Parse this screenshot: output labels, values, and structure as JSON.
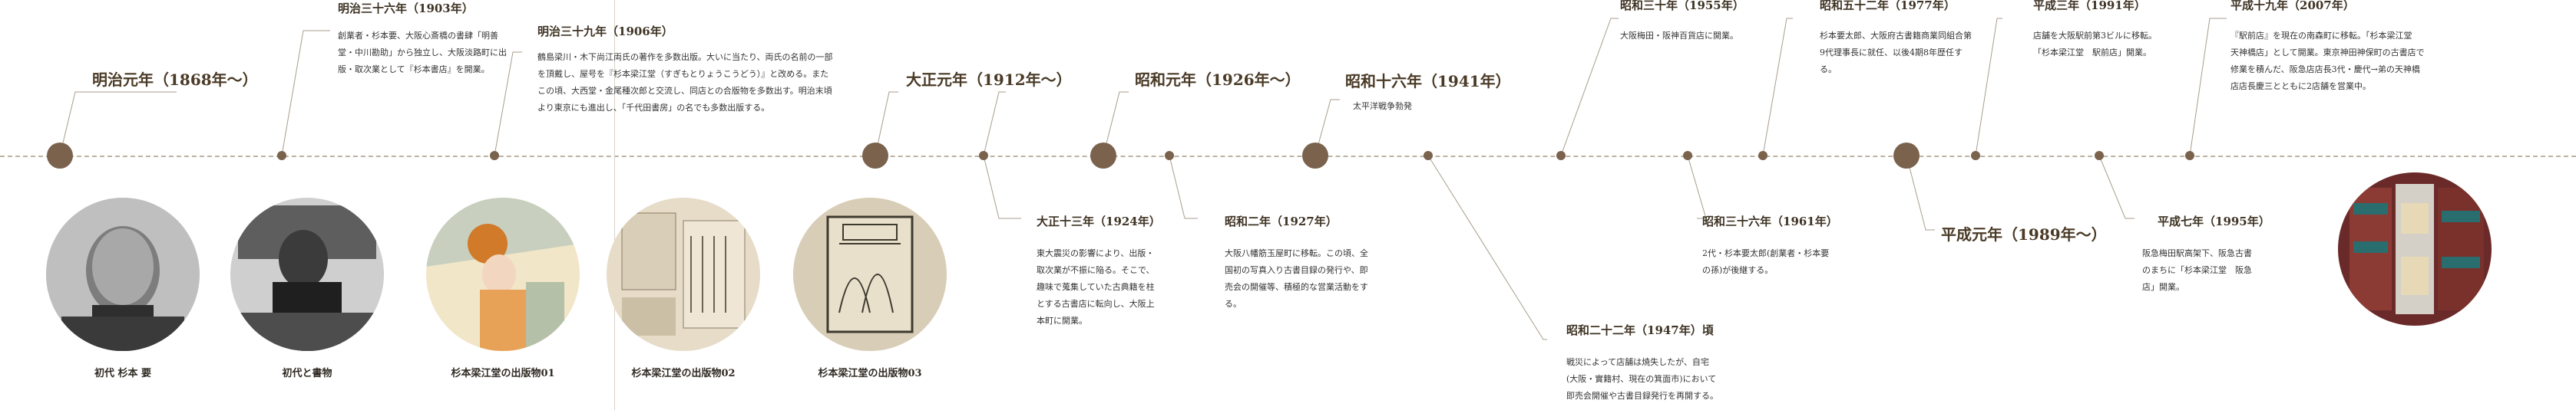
{
  "timeline": {
    "eras": [
      {
        "id": "meiji1",
        "label": "明治元年（1868年〜）"
      },
      {
        "id": "taisho1",
        "label": "大正元年（1912年〜）"
      },
      {
        "id": "showa1",
        "label": "昭和元年（1926年〜）"
      },
      {
        "id": "showa16",
        "label": "昭和十六年（1941年）",
        "note": "太平洋戦争勃発"
      },
      {
        "id": "heisei1",
        "label": "平成元年（1989年〜）"
      }
    ],
    "events": [
      {
        "id": "m36",
        "date": "明治三十六年（1903年）",
        "text": "創業者・杉本要、大阪心斎橋の書肆「明善堂・中川勘助」から独立し、大阪淡路町に出版・取次業として『杉本書店』を開業。"
      },
      {
        "id": "m39",
        "date": "明治三十九年（1906年）",
        "text": "鶴島梁川・木下尚江両氏の著作を多数出版。大いに当たり、両氏の名前の一部を頂戴し、屋号を『杉本梁江堂（すぎもとりょうこうどう）』と改める。またこの頃、大西堂・金尾種次郎と交流し、同店との合版物を多数出す。明治末頃より東京にも進出し、「千代田書房」の名でも多数出版する。"
      },
      {
        "id": "t13",
        "date": "大正十三年（1924年）",
        "text": "東大震災の影響により、出版・取次業が不振に陥る。そこで、趣味で蒐集していた古典籍を柱とする古書店に転向し、大阪上本町に開業。"
      },
      {
        "id": "s2",
        "date": "昭和二年（1927年）",
        "text": "大阪八幡筋玉屋町に移転。この頃、全国初の写真入り古書目録の発行や、即売会の開催等、積極的な営業活動をする。"
      },
      {
        "id": "s22",
        "date": "昭和二十二年（1947年）頃",
        "text": "戦災によって店舗は焼失したが、自宅(大阪・實籍村、現在の箕面市)において即売会開催や古書目録発行を再開する。"
      },
      {
        "id": "s30",
        "date": "昭和三十年（1955年）",
        "text": "大阪梅田・阪神百貨店に開業。"
      },
      {
        "id": "s36",
        "date": "昭和三十六年（1961年）",
        "text": "2代・杉本要太郎(創業者・杉本要の孫)が後継する。"
      },
      {
        "id": "s52",
        "date": "昭和五十二年（1977年）",
        "text": "杉本要太郎、大阪府古書籍商業同組合第9代理事長に就任、以後4期8年歴任する。"
      },
      {
        "id": "h3",
        "date": "平成三年（1991年）",
        "text": "店舗を大阪駅前第3ビルに移転。「杉本梁江堂　駅前店」開業。"
      },
      {
        "id": "h7",
        "date": "平成七年（1995年）",
        "text": "阪急梅田駅高架下、阪急古書のまちに「杉本梁江堂　阪急店」開業。"
      },
      {
        "id": "h19",
        "date": "平成十九年（2007年）",
        "text": "『駅前店』を現在の南森町に移転。「杉本梁江堂　天神橋店」として開業。東京神田神保町の古書店で修業を積んだ、阪急店店長3代・慶代→弟の天神橋店店長慶三とともに2店舗を営業中。"
      }
    ]
  },
  "photos": [
    {
      "id": "founder",
      "caption": "初代 杉本 要"
    },
    {
      "id": "founder-books",
      "caption": "初代と書物"
    },
    {
      "id": "pub1",
      "caption": "杉本梁江堂の出版物01"
    },
    {
      "id": "pub2",
      "caption": "杉本梁江堂の出版物02"
    },
    {
      "id": "pub3",
      "caption": "杉本梁江堂の出版物03"
    }
  ],
  "colors": {
    "dot": "#7a624d",
    "line": "#bdb3a2",
    "text": "#333333"
  }
}
